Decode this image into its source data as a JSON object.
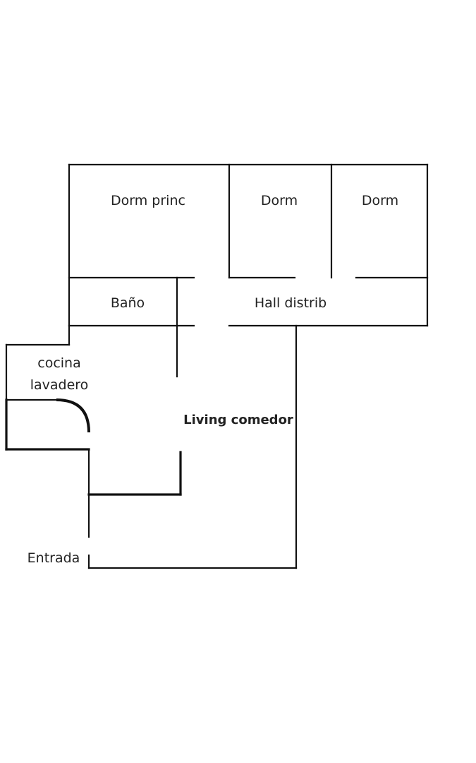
{
  "rooms": {
    "dorm_princ": "Dorm  princ",
    "dorm_1": "Dorm",
    "dorm_2": "Dorm",
    "bano": "Baño",
    "hall": "Hall  distrib",
    "cocina_line1": "cocina",
    "cocina_line2": "lavadero",
    "living": "Living comedor",
    "entrada": "Entrada"
  },
  "colors": {
    "background": "#ffffff",
    "walls": "#111111",
    "text": "#222222"
  }
}
